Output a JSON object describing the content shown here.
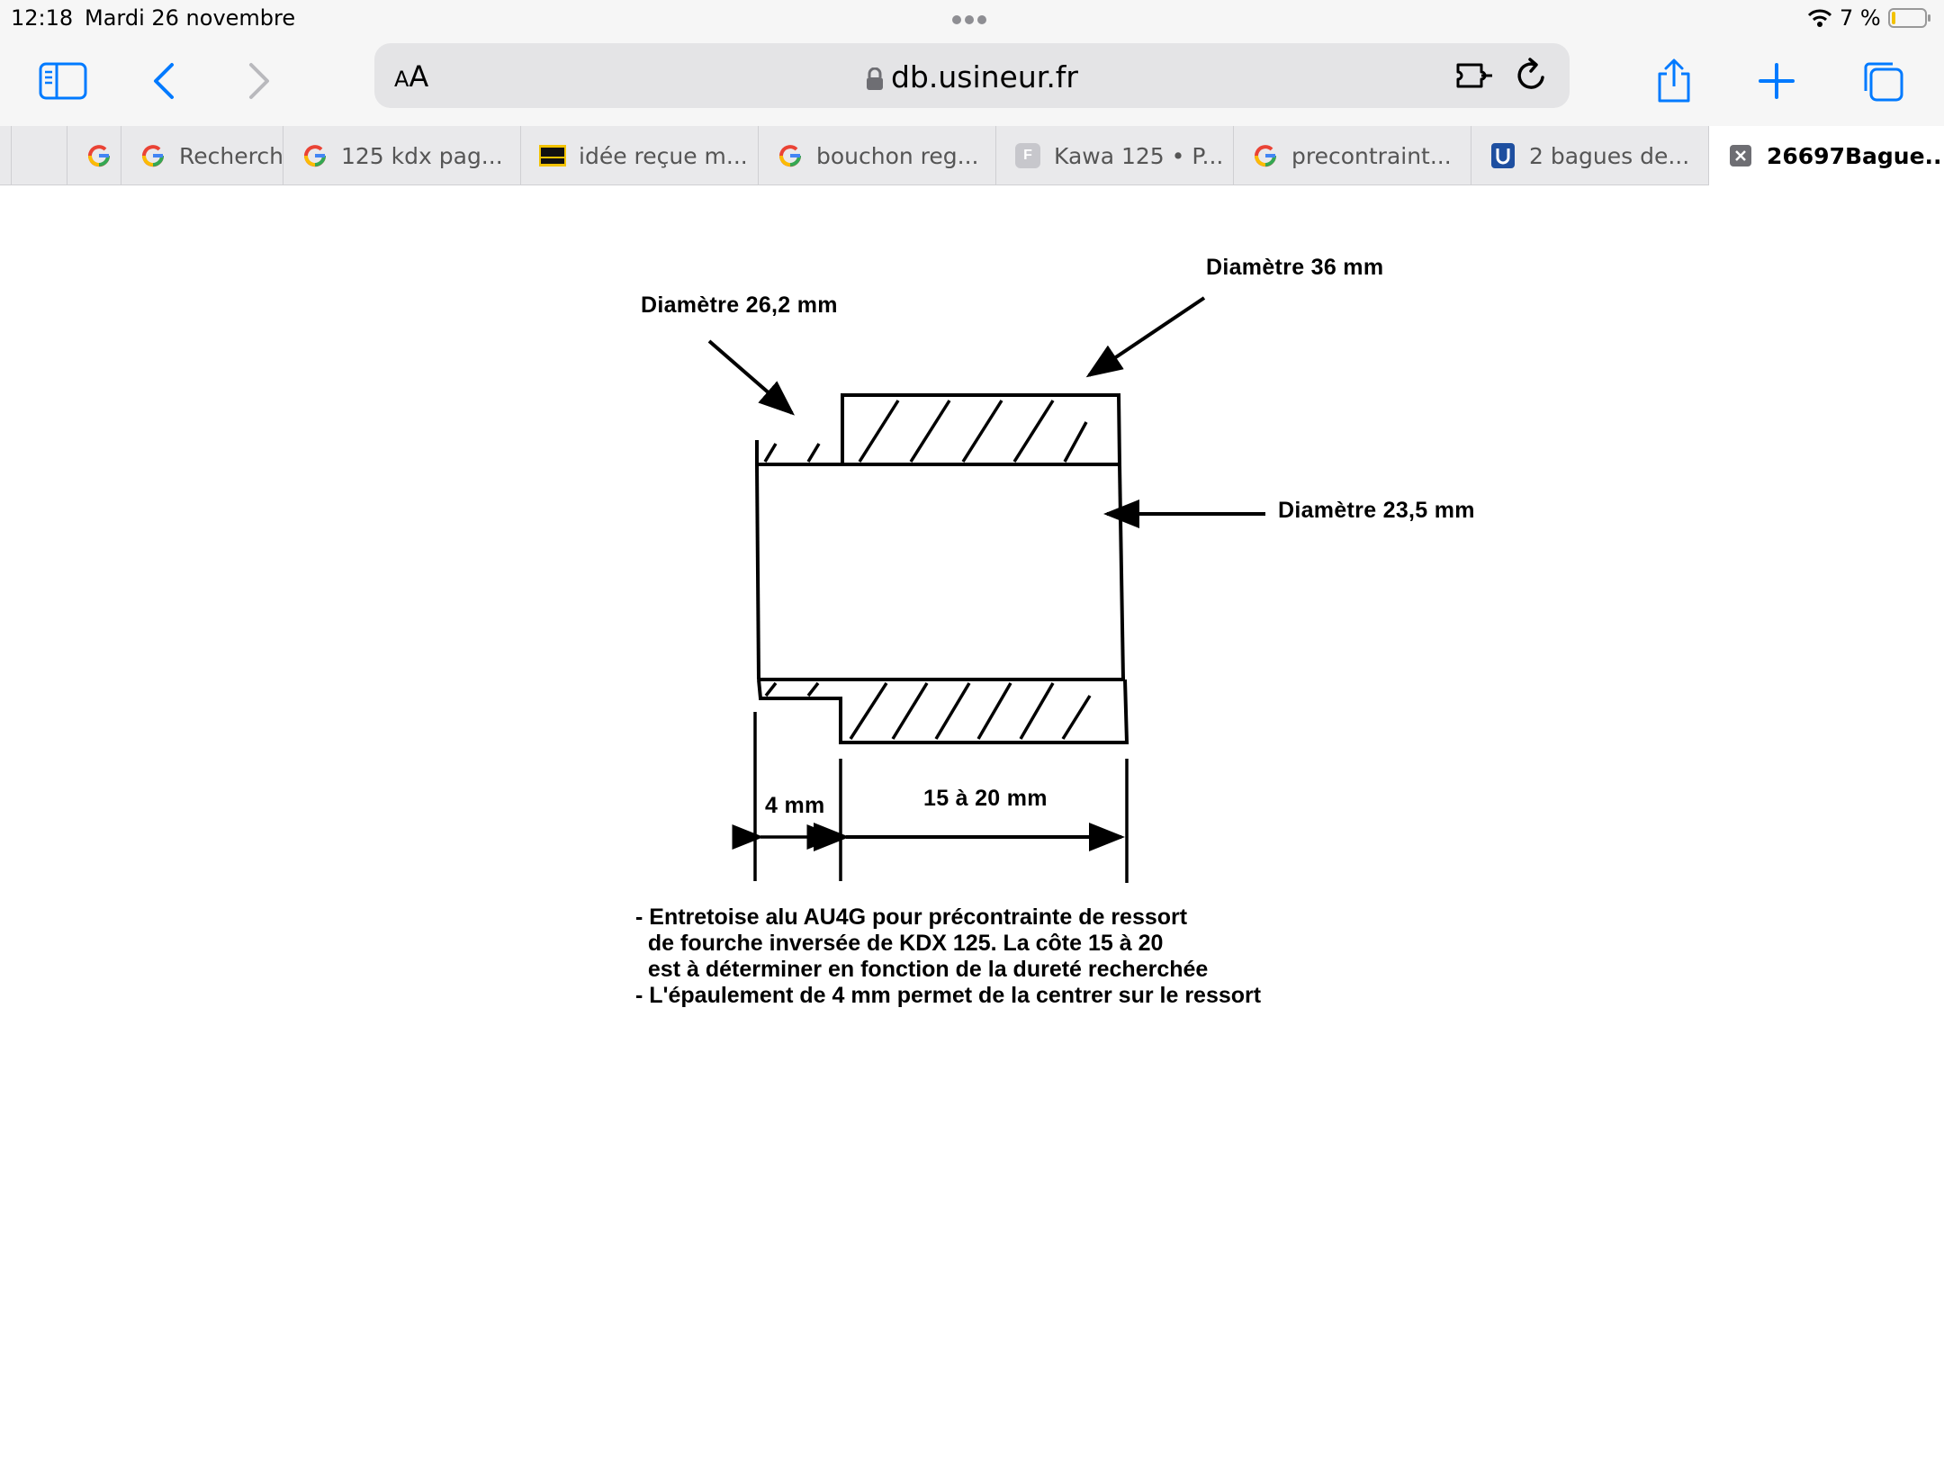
{
  "status": {
    "time": "12:18",
    "date": "Mardi 26 novembre",
    "battery": "7 %"
  },
  "toolbar": {
    "aa_small": "A",
    "aa_big": "A",
    "url": "db.usineur.fr"
  },
  "tabs": [
    {
      "title": "",
      "favicon": "bookmark-icon"
    },
    {
      "title": "",
      "favicon": "google-icon"
    },
    {
      "title": "Recherch",
      "favicon": "google-icon"
    },
    {
      "title": "125 kdx pag...",
      "favicon": "google-icon"
    },
    {
      "title": "idée reçue m...",
      "favicon": "moto-station-icon"
    },
    {
      "title": "bouchon reg...",
      "favicon": "google-icon"
    },
    {
      "title": "Kawa 125 • P...",
      "favicon": "letter-f-icon"
    },
    {
      "title": "precontraint...",
      "favicon": "google-icon"
    },
    {
      "title": "2 bagues de...",
      "favicon": "usineur-icon"
    },
    {
      "title": "26697Bague...",
      "favicon": "close-icon"
    }
  ],
  "diagram": {
    "label_outer": "Diamètre 36 mm",
    "label_shoulder": "Diamètre 26,2 mm",
    "label_inner": "Diamètre 23,5 mm",
    "label_4mm": "4 mm",
    "label_length": "15 à 20 mm",
    "caption": "- Entretoise alu AU4G pour précontrainte de ressort\n  de fourche inversée de KDX 125. La côte 15 à 20\n  est à déterminer en fonction de la dureté recherchée\n- L'épaulement de 4 mm permet de la centrer sur le ressort"
  },
  "colors": {
    "accent": "#007aff",
    "bar_bg": "#f6f6f6",
    "url_bg": "#e4e4e6",
    "tabs_bg": "#e9e9eb"
  }
}
